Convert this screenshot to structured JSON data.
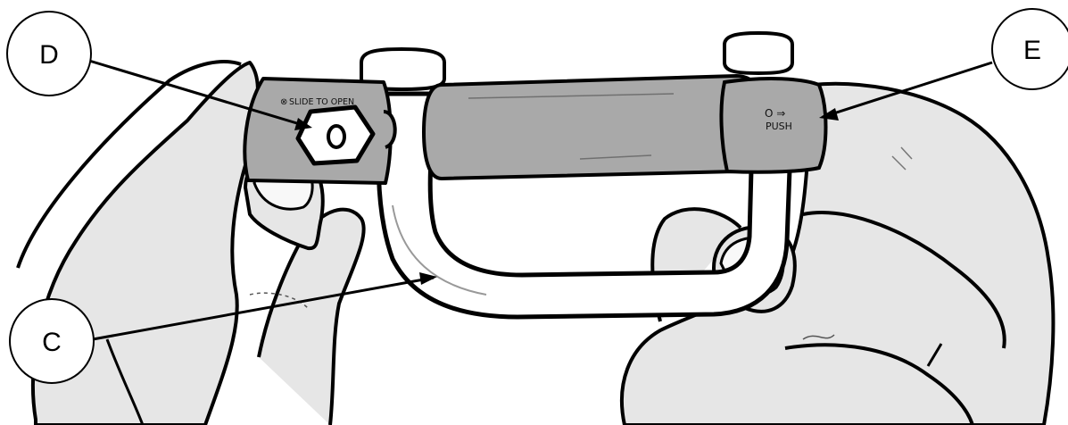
{
  "callouts": {
    "c": {
      "letter": "C"
    },
    "d": {
      "letter": "D"
    },
    "e": {
      "letter": "E"
    }
  },
  "engravings": {
    "slide_to_open": "SLIDE TO OPEN",
    "slide_mark": "⊗",
    "push_text": "PUSH",
    "push_symbol": "O ⇒"
  },
  "colors": {
    "metal": "#a9a9a9",
    "metal_dark": "#8f8f8f",
    "skin": "#e6e6e6",
    "outline": "#000000",
    "shackle": "#ffffff"
  }
}
